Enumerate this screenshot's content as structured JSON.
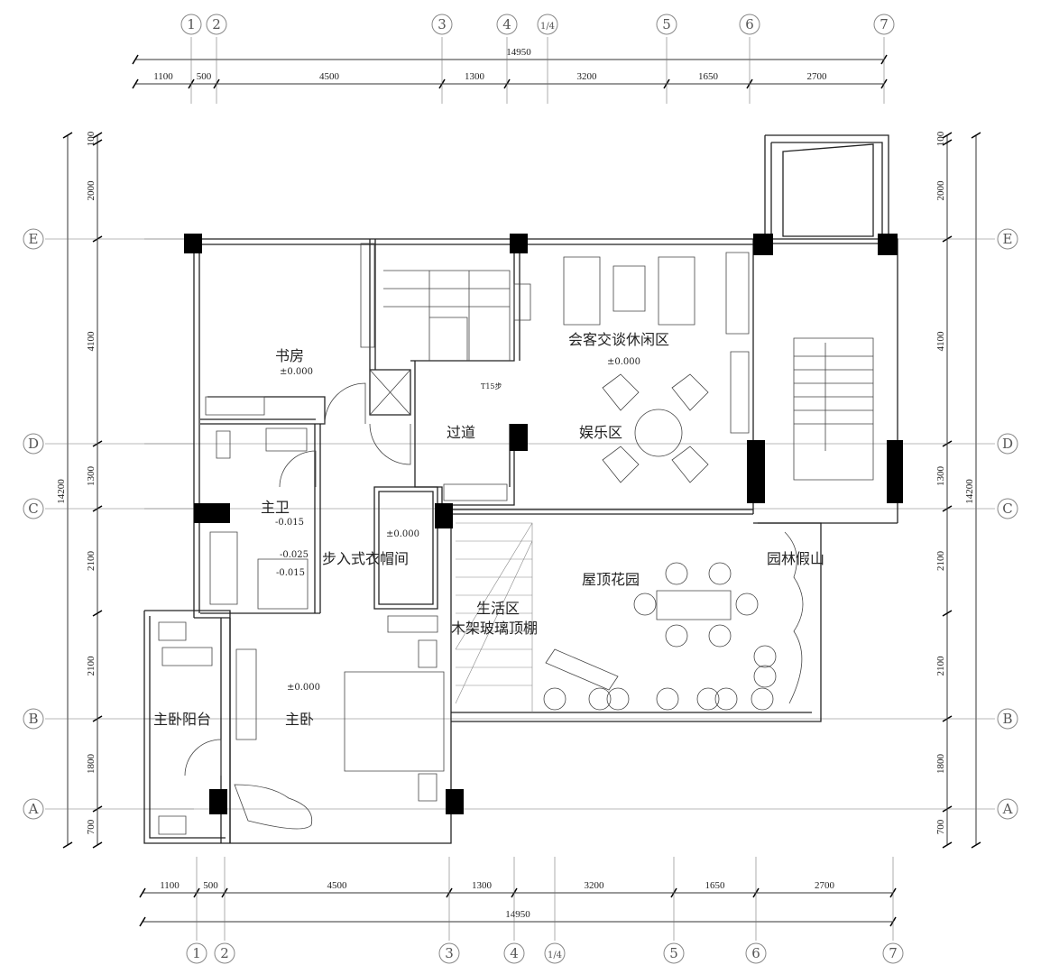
{
  "axes_x": [
    "1",
    "2",
    "3",
    "4",
    "1/4",
    "5",
    "6",
    "7"
  ],
  "axes_y": [
    "E",
    "D",
    "C",
    "B",
    "A"
  ],
  "dims_x": {
    "total": "14950",
    "parts": [
      "1100",
      "500",
      "4500",
      "1300",
      "3200",
      "1650",
      "2700"
    ]
  },
  "dims_y": {
    "total": "14200",
    "parts": [
      "100",
      "2000",
      "4100",
      "1300",
      "2100",
      "2100",
      "1800",
      "700"
    ]
  },
  "rooms": {
    "study": "书房",
    "lounge": "会客交谈休闲区",
    "corridor": "过道",
    "entertainment": "娱乐区",
    "master_bath": "主卫",
    "walk_in_closet": "步入式衣帽间",
    "living_area": "生活区",
    "glass_canopy": "木架玻璃顶棚",
    "roof_garden": "屋顶花园",
    "rockery": "园林假山",
    "master_bedroom": "主卧",
    "master_balcony": "主卧阳台"
  },
  "elevations": {
    "study": "±0.000",
    "lounge": "±0.000",
    "bath1": "-0.015",
    "bath2": "-0.025",
    "bath3": "-0.015",
    "closet": "±0.000",
    "bedroom": "±0.000"
  },
  "stair_note": "T15步"
}
